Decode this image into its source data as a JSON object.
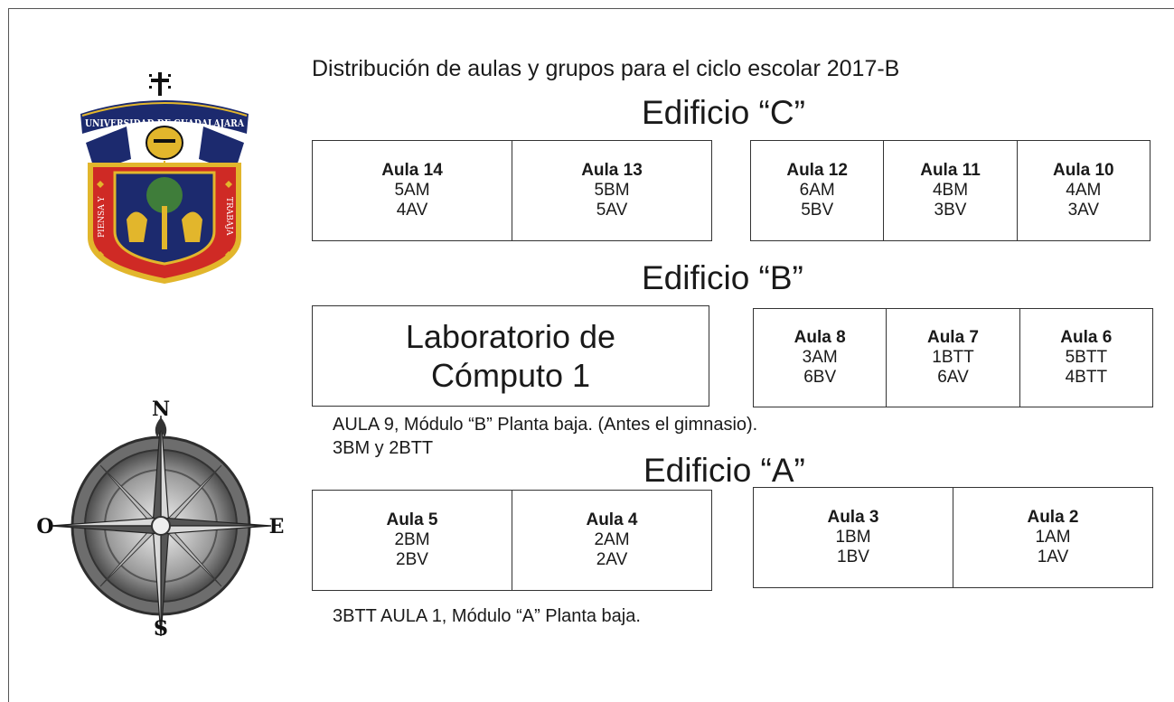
{
  "heading": "Distribución de aulas y grupos para el ciclo escolar 2017-B",
  "logo": {
    "name": "UNIVERSIDAD DE GUADALAJARA",
    "left_motto": "PIENSA Y",
    "right_motto": "TRABAJA"
  },
  "compass": {
    "n": "N",
    "s": "S",
    "e": "E",
    "w": "O"
  },
  "buildings": {
    "c": {
      "title": "Edificio “C”",
      "left": [
        {
          "name": "Aula 14",
          "groups": [
            "5AM",
            "4AV"
          ]
        },
        {
          "name": "Aula 13",
          "groups": [
            "5BM",
            "5AV"
          ]
        }
      ],
      "right": [
        {
          "name": "Aula 12",
          "groups": [
            "6AM",
            "5BV"
          ]
        },
        {
          "name": "Aula 11",
          "groups": [
            "4BM",
            "3BV"
          ]
        },
        {
          "name": "Aula 10",
          "groups": [
            "4AM",
            "3AV"
          ]
        }
      ]
    },
    "b": {
      "title": "Edificio “B”",
      "lab": [
        "Laboratorio de",
        "Cómputo 1"
      ],
      "right": [
        {
          "name": "Aula 8",
          "groups": [
            "3AM",
            "6BV"
          ]
        },
        {
          "name": "Aula 7",
          "groups": [
            "1BTT",
            "6AV"
          ]
        },
        {
          "name": "Aula 6",
          "groups": [
            "5BTT",
            "4BTT"
          ]
        }
      ],
      "note_line1": "AULA 9, Módulo “B” Planta baja. (Antes el gimnasio).",
      "note_line2": "3BM y 2BTT"
    },
    "a": {
      "title": "Edificio “A”",
      "left": [
        {
          "name": "Aula 5",
          "groups": [
            "2BM",
            "2BV"
          ]
        },
        {
          "name": "Aula 4",
          "groups": [
            "2AM",
            "2AV"
          ]
        }
      ],
      "right": [
        {
          "name": "Aula 3",
          "groups": [
            "1BM",
            "1BV"
          ]
        },
        {
          "name": "Aula 2",
          "groups": [
            "1AM",
            "1AV"
          ]
        }
      ],
      "note": "3BTT AULA 1, Módulo “A” Planta baja."
    }
  }
}
